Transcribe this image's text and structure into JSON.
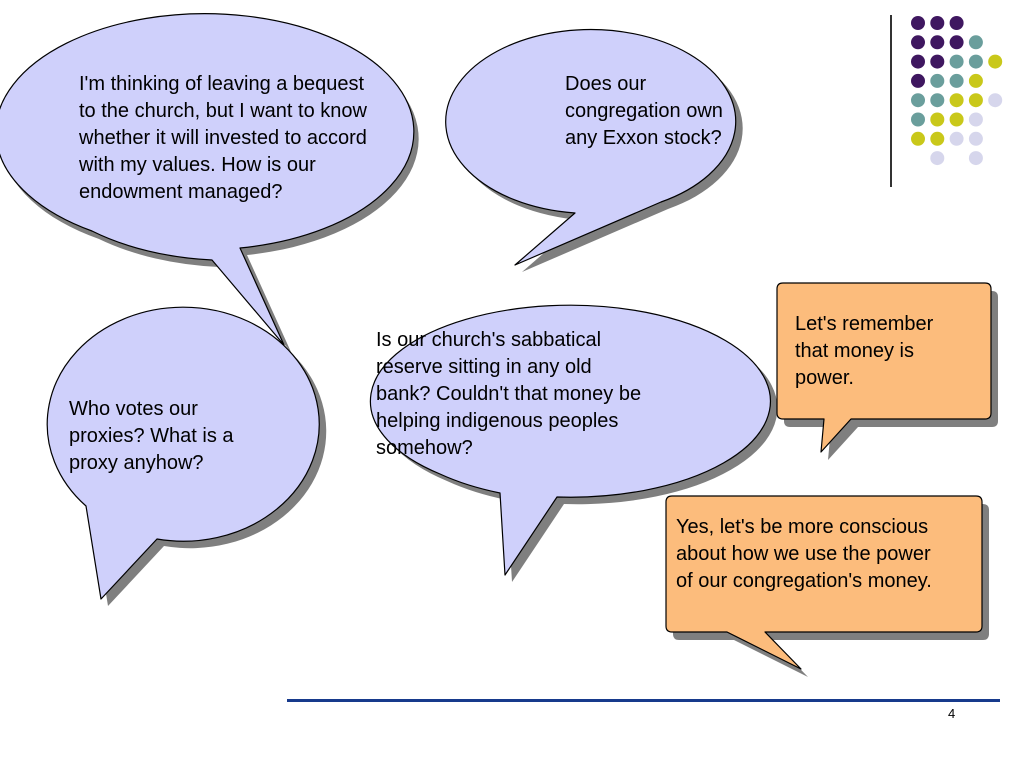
{
  "colors": {
    "question_bubble_fill": "#cfd0fb",
    "answer_box_fill": "#fcbc7c",
    "outline": "#000000",
    "shadow": "#7f7f7f",
    "rule_line": "#173a8c",
    "dot_purple": "#3f1760",
    "dot_teal": "#6a9e9c",
    "dot_yellow": "#c9c81a",
    "dot_lavender": "#d6d6ec"
  },
  "bubbles": {
    "bequest": "I'm thinking of leaving a bequest\nto the church, but I want to know\nwhether it will invested to accord\nwith my values. How is our\nendowment managed?",
    "exxon": "Does our\ncongregation own\nany Exxon stock?",
    "sabbatical": "Is our church's sabbatical\nreserve sitting in any old\nbank? Couldn't that money be\nhelping indigenous peoples\nsomehow?",
    "proxies": "Who votes our\nproxies?  What is a\nproxy anyhow?"
  },
  "callouts": {
    "money_power": "Let's remember\nthat money is\npower.",
    "conscious": "Yes, let's be more conscious\nabout how we use the power\nof our congregation's money."
  },
  "footer": {
    "page_number": "4"
  },
  "decoration": {
    "dot_grid": [
      [
        "purple",
        "purple",
        "purple",
        "",
        ""
      ],
      [
        "purple",
        "purple",
        "purple",
        "teal",
        ""
      ],
      [
        "purple",
        "purple",
        "teal",
        "teal",
        "yellow"
      ],
      [
        "purple",
        "teal",
        "teal",
        "yellow",
        ""
      ],
      [
        "teal",
        "teal",
        "yellow",
        "yellow",
        "lavender"
      ],
      [
        "teal",
        "yellow",
        "yellow",
        "lavender",
        ""
      ],
      [
        "yellow",
        "yellow",
        "lavender",
        "lavender",
        ""
      ],
      [
        "",
        "lavender",
        "",
        "lavender",
        ""
      ]
    ]
  }
}
